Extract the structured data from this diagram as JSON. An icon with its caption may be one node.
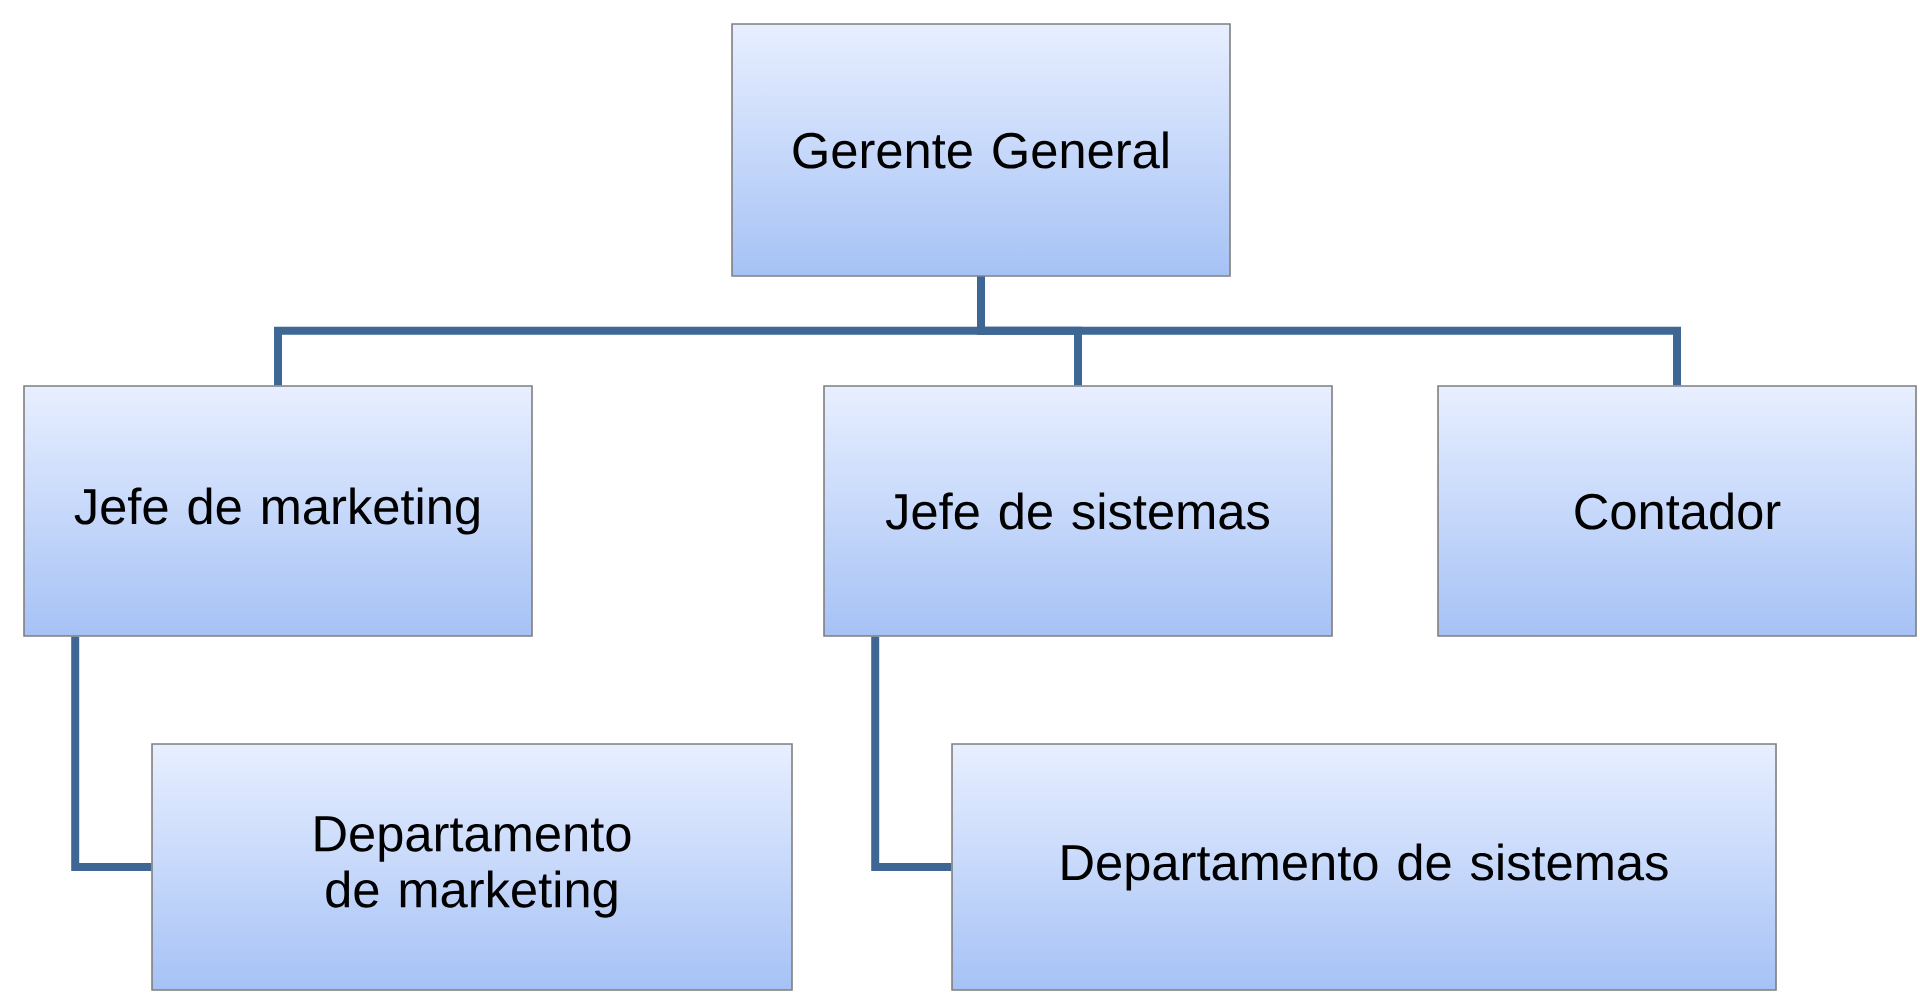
{
  "diagram": {
    "nodes": [
      {
        "text": [
          "Gerente General"
        ]
      },
      {
        "text": [
          "Jefe de marketing"
        ]
      },
      {
        "text": [
          "Jefe de sistemas"
        ]
      },
      {
        "text": [
          "Contador"
        ]
      },
      {
        "text": [
          "Departamento de marketing"
        ]
      },
      {
        "text": [
          "Departamento de sistemas"
        ]
      }
    ],
    "edges": [
      {
        "from": 0,
        "to": 1,
        "arrow": "none"
      },
      {
        "from": 0,
        "to": 2,
        "arrow": "none"
      },
      {
        "from": 0,
        "to": 3,
        "arrow": "none"
      },
      {
        "from": 1,
        "to": 4,
        "arrow": "none"
      },
      {
        "from": 2,
        "to": 5,
        "arrow": "none"
      }
    ]
  }
}
